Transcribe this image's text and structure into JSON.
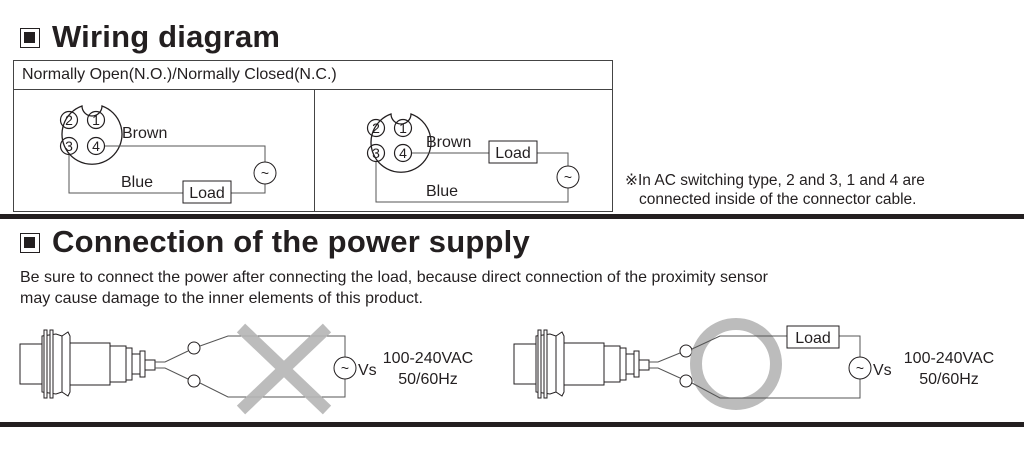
{
  "wiring": {
    "title": "Wiring diagram",
    "table_header": "Normally Open(N.O.)/Normally Closed(N.C.)",
    "left": {
      "pins": [
        "2",
        "1",
        "3",
        "4"
      ],
      "wire_top": "Brown",
      "wire_bottom": "Blue",
      "load": "Load",
      "source_symbol": "~"
    },
    "right": {
      "pins": [
        "2",
        "1",
        "3",
        "4"
      ],
      "wire_top": "Brown",
      "wire_bottom": "Blue",
      "load": "Load",
      "source_symbol": "~"
    },
    "note_line1": "※In AC switching type, 2 and 3, 1 and 4 are",
    "note_line2": "connected inside of the connector cable."
  },
  "power": {
    "title": "Connection of the power supply",
    "desc_line1": "Be sure to connect the power after connecting the load, because direct connection of the proximity sensor",
    "desc_line2": "may cause damage to the inner elements of this product.",
    "wrong": {
      "mark": "incorrect-x",
      "source_symbol": "~",
      "vs": "Vs",
      "voltage": "100-240VAC",
      "freq": "50/60Hz"
    },
    "right": {
      "mark": "correct-o",
      "load": "Load",
      "source_symbol": "~",
      "vs": "Vs",
      "voltage": "100-240VAC",
      "freq": "50/60Hz"
    }
  },
  "colors": {
    "ink": "#231f20",
    "line": "#555555",
    "mark_gray": "#b5b5b5"
  }
}
